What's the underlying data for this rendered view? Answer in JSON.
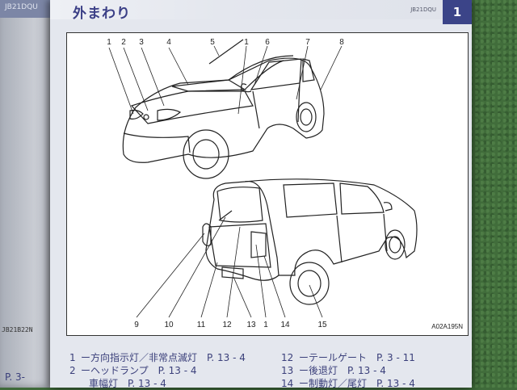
{
  "left_page": {
    "header_text": "JB21DQU",
    "code": "JB21B22N",
    "fragment": "P. 3-"
  },
  "header": {
    "title": "外まわり",
    "doc_id": "JB21DQU",
    "chapter_tab": "1"
  },
  "figure": {
    "id": "A02A195N",
    "front_callouts": [
      "1",
      "2",
      "3",
      "4",
      "5",
      "1",
      "6",
      "7",
      "8"
    ],
    "rear_callouts": [
      "9",
      "10",
      "11",
      "12",
      "13",
      "1",
      "14",
      "15"
    ]
  },
  "captions": [
    {
      "num": "1",
      "text": "ー方向指示灯／非常点滅灯　P. 13 - 4"
    },
    {
      "num": "2",
      "text": "ーヘッドランプ　P. 13 - 4"
    },
    {
      "num": "",
      "text": "車幅灯　P. 13 - 4"
    },
    {
      "num": "12",
      "text": "ーテールゲート　P. 3 - 11"
    },
    {
      "num": "13",
      "text": "ー後退灯　P. 13 - 4"
    },
    {
      "num": "14",
      "text": "ー制動灯／尾灯　P. 13 - 4"
    }
  ]
}
